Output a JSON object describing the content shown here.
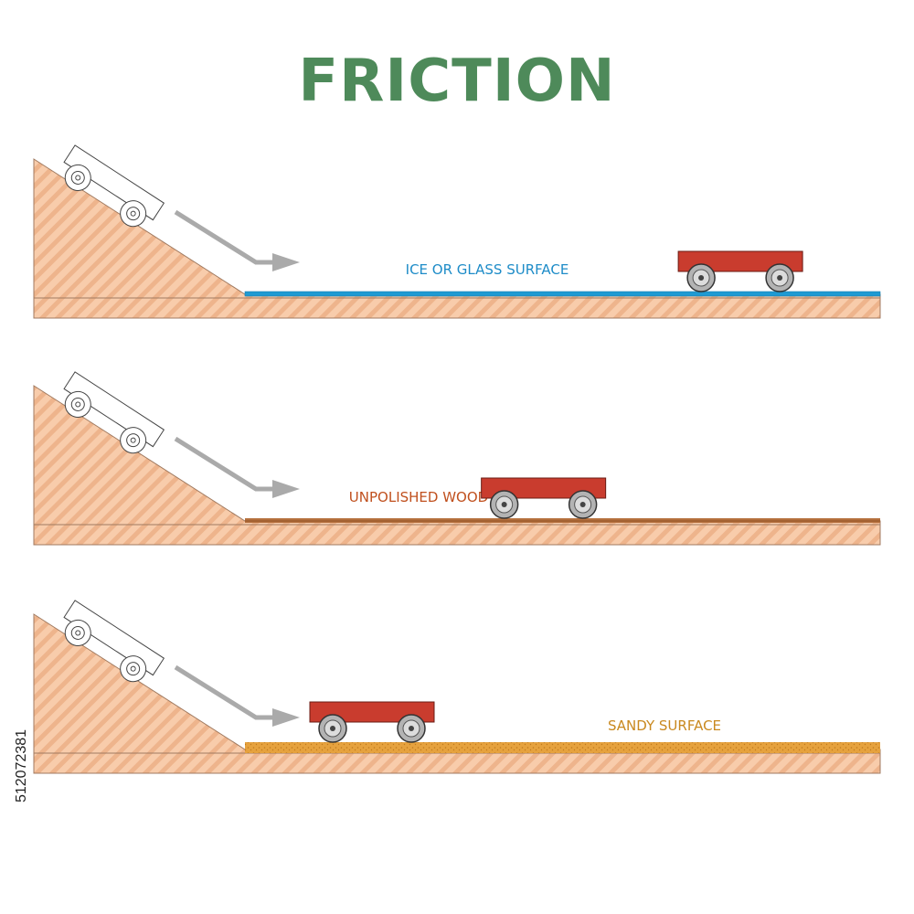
{
  "title": "FRICTION",
  "stock_id": "512072381",
  "colors": {
    "title": "#4e8a5a",
    "ramp": "#f8ccab",
    "ramp_stripe": "#eeb48c",
    "ramp_outline": "#a07a60",
    "wagon_body": "#c93c2e",
    "wheel": "#b3b3b3",
    "arrow": "#aaaaaa"
  },
  "panels": [
    {
      "surface_label": "ICE OR GLASS SURFACE",
      "surface_color": "#1e9ad2",
      "label_color": "#1e8cc8",
      "wagon_position": 0.78
    },
    {
      "surface_label": "UNPOLISHED WOOD",
      "surface_color": "#b06a3a",
      "label_color": "#c0501e",
      "wagon_position": 0.47
    },
    {
      "surface_label": "SANDY SURFACE",
      "surface_color": "#e3a238",
      "label_color": "#c9891f",
      "wagon_position": 0.2
    }
  ]
}
